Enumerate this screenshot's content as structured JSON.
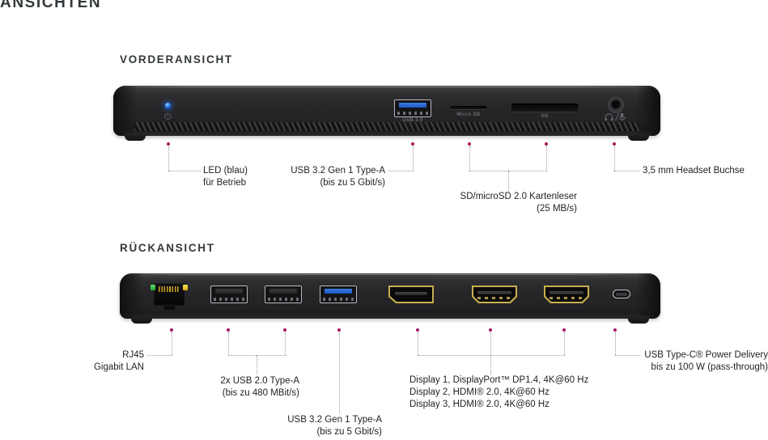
{
  "page": {
    "heading": "ANSICHTEN"
  },
  "sections": [
    {
      "id": "front",
      "heading": "VORDERANSICHT",
      "device_labels": {
        "usb": "USB 3.0",
        "micro_sd": "Micro SD",
        "sd": "SD"
      },
      "callouts": [
        {
          "id": "led",
          "lines": [
            "LED (blau)",
            "für Betrieb"
          ]
        },
        {
          "id": "usb32",
          "lines": [
            "USB 3.2 Gen 1 Type-A",
            "(bis zu 5 Gbit/s)"
          ]
        },
        {
          "id": "cardreader",
          "lines": [
            "SD/microSD 2.0 Kartenleser",
            "(25 MB/s)"
          ]
        },
        {
          "id": "headset",
          "lines": [
            "3,5 mm Headset Buchse"
          ]
        }
      ]
    },
    {
      "id": "rear",
      "heading": "RÜCKANSICHT",
      "callouts": [
        {
          "id": "rj45",
          "lines": [
            "RJ45",
            "Gigabit LAN"
          ]
        },
        {
          "id": "usb20",
          "lines": [
            "2x USB 2.0 Type-A",
            "(bis zu 480 MBit/s)"
          ]
        },
        {
          "id": "usb32",
          "lines": [
            "USB 3.2 Gen 1 Type-A",
            "(bis zu 5 Gbit/s)"
          ]
        },
        {
          "id": "displays",
          "lines": [
            "Display 1, DisplayPort™ DP1.4, 4K@60 Hz",
            "Display 2, HDMI® 2.0, 4K@60 Hz",
            "Display 3, HDMI® 2.0, 4K@60 Hz"
          ]
        },
        {
          "id": "usbc_pd",
          "lines": [
            "USB Type-C® Power Delivery",
            "bis zu 100 W (pass-through)"
          ]
        }
      ]
    }
  ],
  "colors": {
    "anchor": "#a4195f",
    "leader": "#9a9aa0",
    "heading": "#33383b",
    "led_blue": "#1a6ff5",
    "usb3_blue": "#3b7de0",
    "gold": "#c9ad4e",
    "lan_green": "#5ce06a",
    "lan_yellow": "#ffe14d"
  }
}
